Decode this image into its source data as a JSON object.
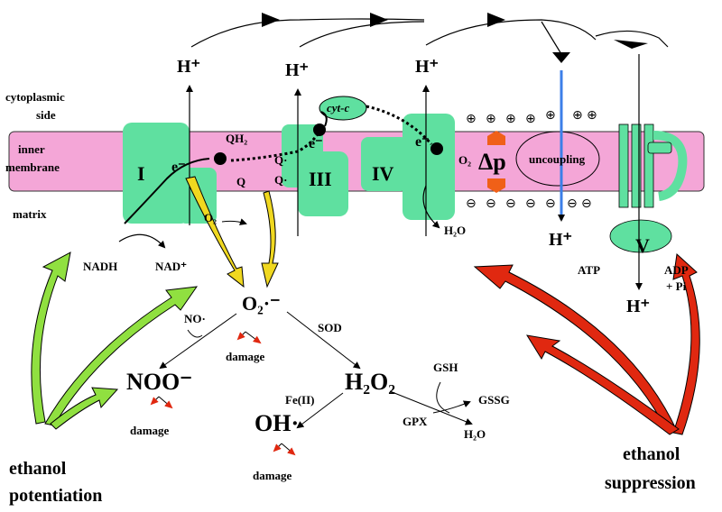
{
  "sides": {
    "cytoplasmic": "cytoplasmic side",
    "membrane": "inner membrane",
    "matrix": "matrix"
  },
  "complexes": {
    "c1": "I",
    "c3": "III",
    "c4": "IV",
    "c5": "V",
    "cytc": "cyt-c"
  },
  "labels": {
    "proton": "H⁺",
    "electron": "e⁻",
    "qh2": "QH₂",
    "q": "Q",
    "qdot": "Q·",
    "o2": "O₂",
    "o2_minus": "O₂⁻",
    "delta_p": "Δp",
    "uncoupling": "uncoupling",
    "nadh": "NADH",
    "nad": "NAD⁺",
    "h2o": "H₂O",
    "atp": "ATP",
    "adp": "ADP",
    "pi": "+ Pi",
    "o2_radical": "O₂·⁻",
    "no": "NO·",
    "sod": "SOD",
    "noo": "NOO⁻",
    "h2o2": "H₂O₂",
    "gsh": "GSH",
    "gssg": "GSSG",
    "gpx": "GPX",
    "fe": "Fe(II)",
    "oh": "OH·",
    "damage": "damage"
  },
  "ethanol": {
    "potentiation": [
      "ethanol",
      "potentiation"
    ],
    "suppression": [
      "ethanol",
      "suppression"
    ]
  },
  "colors": {
    "membrane": "#f4a6d7",
    "complex": "#5fe0a0",
    "yellow": "#f0d820",
    "green": "#90e040",
    "red": "#e02810",
    "blue": "#3c7fe8",
    "orange": "#f06018"
  }
}
